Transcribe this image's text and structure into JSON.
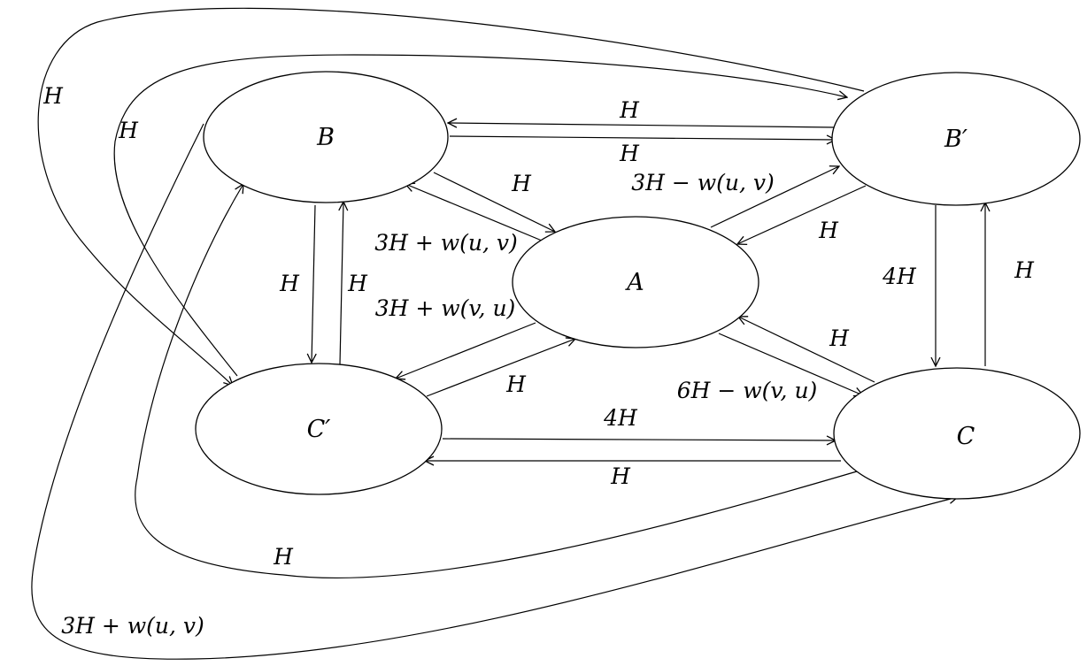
{
  "diagram": {
    "nodes": [
      {
        "id": "B",
        "label": "B"
      },
      {
        "id": "Bp",
        "label": "B′"
      },
      {
        "id": "A",
        "label": "A"
      },
      {
        "id": "Cp",
        "label": "C′"
      },
      {
        "id": "C",
        "label": "C"
      }
    ],
    "edges": [
      {
        "id": "bp-to-b-top",
        "from": "Bp",
        "to": "B",
        "label": "H"
      },
      {
        "id": "b-to-bp",
        "from": "B",
        "to": "Bp",
        "label": "H"
      },
      {
        "id": "b-to-a",
        "from": "B",
        "to": "A",
        "label": "H"
      },
      {
        "id": "a-to-b",
        "from": "A",
        "to": "B",
        "label": "3H + w(u, v)"
      },
      {
        "id": "a-to-bp",
        "from": "A",
        "to": "Bp",
        "label": "3H − w(u, v)"
      },
      {
        "id": "bp-to-a",
        "from": "Bp",
        "to": "A",
        "label": "H"
      },
      {
        "id": "b-to-cp",
        "from": "B",
        "to": "Cp",
        "label": "H"
      },
      {
        "id": "cp-to-b",
        "from": "Cp",
        "to": "B",
        "label": "H"
      },
      {
        "id": "a-to-cp",
        "from": "A",
        "to": "Cp",
        "label": "3H + w(v, u)"
      },
      {
        "id": "cp-to-a",
        "from": "Cp",
        "to": "A",
        "label": "H"
      },
      {
        "id": "bp-to-c",
        "from": "Bp",
        "to": "C",
        "label": "4H"
      },
      {
        "id": "c-to-bp",
        "from": "C",
        "to": "Bp",
        "label": "H"
      },
      {
        "id": "a-to-c",
        "from": "A",
        "to": "C",
        "label": "6H − w(v, u)"
      },
      {
        "id": "c-to-a",
        "from": "C",
        "to": "A",
        "label": "H"
      },
      {
        "id": "cp-to-c",
        "from": "Cp",
        "to": "C",
        "label": "4H"
      },
      {
        "id": "c-to-cp",
        "from": "C",
        "to": "Cp",
        "label": "H"
      },
      {
        "id": "bp-to-cp-outer",
        "from": "Bp",
        "to": "Cp",
        "label": "H"
      },
      {
        "id": "cp-to-bp-outer",
        "from": "Cp",
        "to": "Bp",
        "label": "H"
      },
      {
        "id": "c-to-b-outer",
        "from": "C",
        "to": "B",
        "label": "H"
      },
      {
        "id": "b-to-c-outer",
        "from": "B",
        "to": "C",
        "label": "3H + w(u, v)"
      }
    ]
  }
}
